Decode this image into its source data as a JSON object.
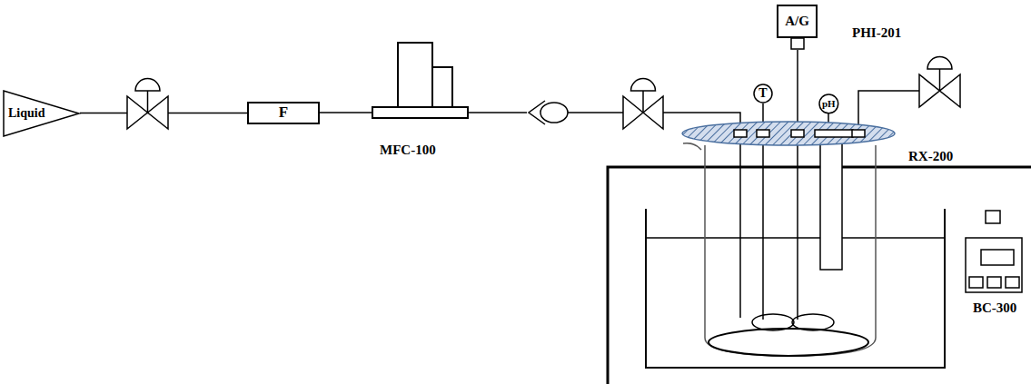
{
  "diagram": {
    "nodes": [
      {
        "text": [
          "Liquid"
        ]
      },
      {
        "text": [
          "F"
        ]
      },
      {
        "text": [
          "T"
        ]
      },
      {
        "text": [
          "A/G"
        ]
      },
      {
        "text": [
          "pH"
        ]
      }
    ],
    "edges": [
      {
        "from": 0,
        "to": 1,
        "arrow": "none"
      }
    ],
    "labels": [
      "MFC-100",
      "PHI-201",
      "RX-200",
      "BC-300"
    ]
  }
}
